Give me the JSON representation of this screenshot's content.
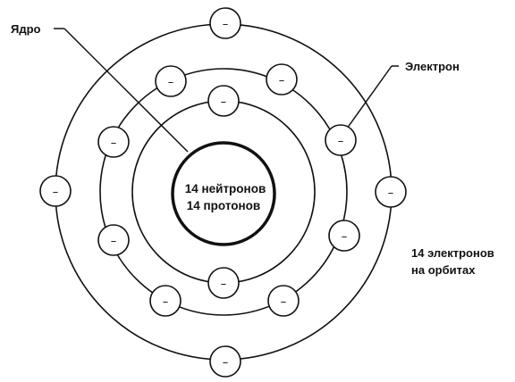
{
  "labels": {
    "nucleus": "Ядро",
    "electron": "Электрон",
    "nucleus_line1": "14 нейтронов",
    "nucleus_line2": "14 протонов",
    "count_line1": "14 электронов",
    "count_line2": "на орбитах"
  },
  "electron_sign": "–",
  "structure": {
    "nucleus": {
      "neutrons": 14,
      "protons": 14
    },
    "orbits": [
      {
        "electrons": 2
      },
      {
        "electrons": 8
      },
      {
        "electrons": 4
      }
    ],
    "total_electrons": 14
  },
  "colors": {
    "stroke": "#111111",
    "background": "#ffffff"
  }
}
